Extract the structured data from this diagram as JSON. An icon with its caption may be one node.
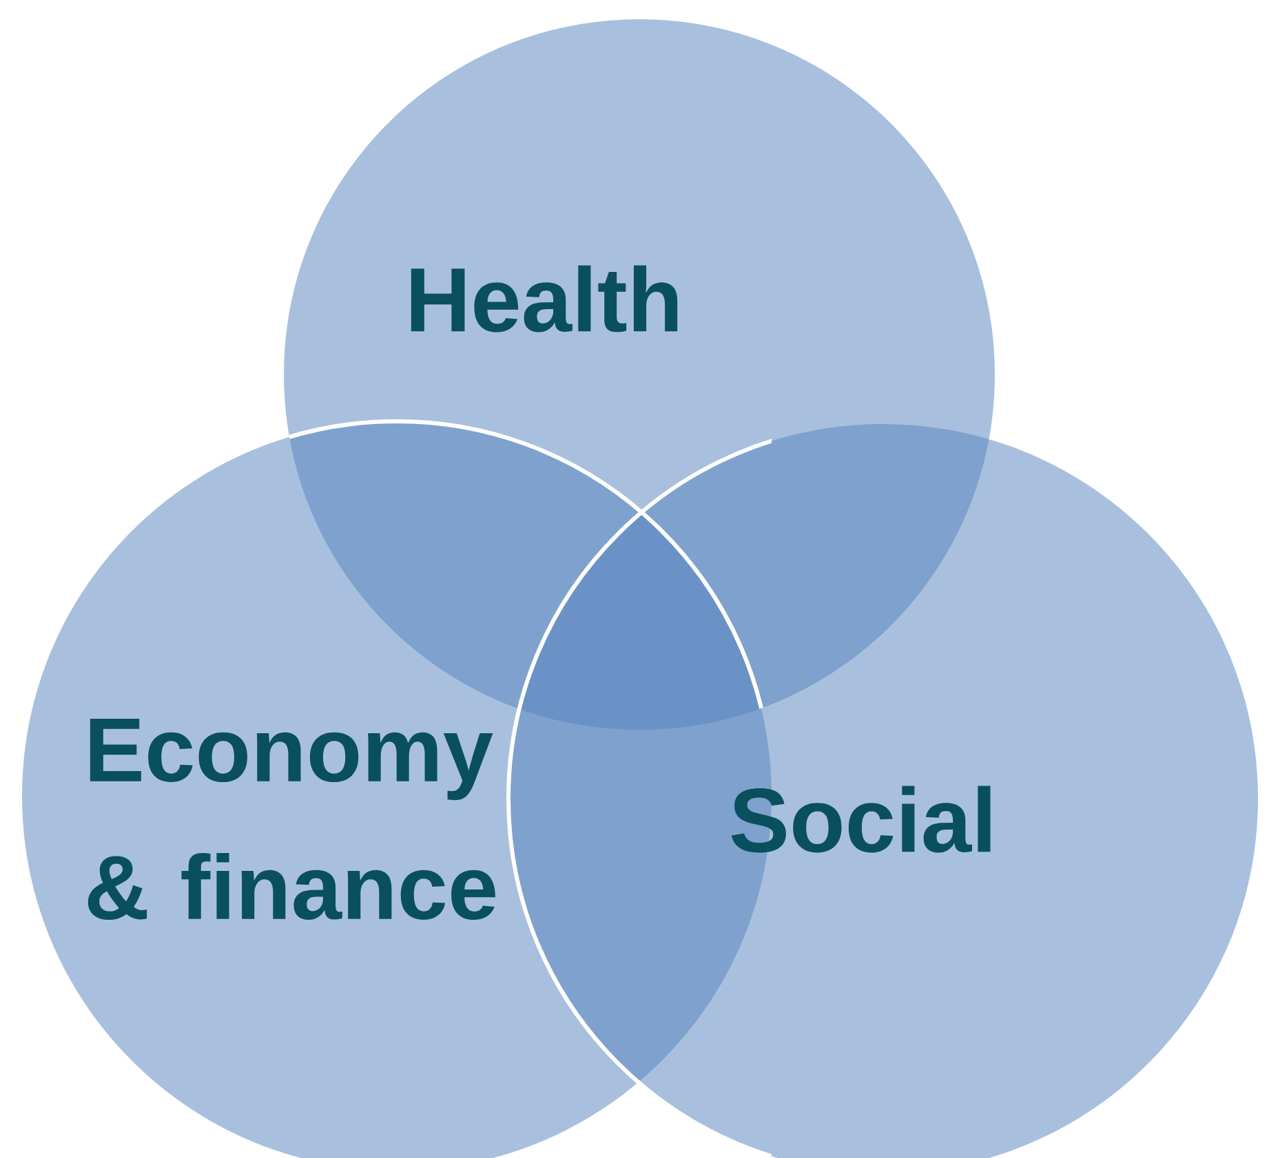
{
  "diagram": {
    "nodes": [
      {
        "text": [
          "Health"
        ]
      },
      {
        "text": [
          "Economy & finance"
        ]
      },
      {
        "text": [
          "Social"
        ]
      }
    ]
  }
}
